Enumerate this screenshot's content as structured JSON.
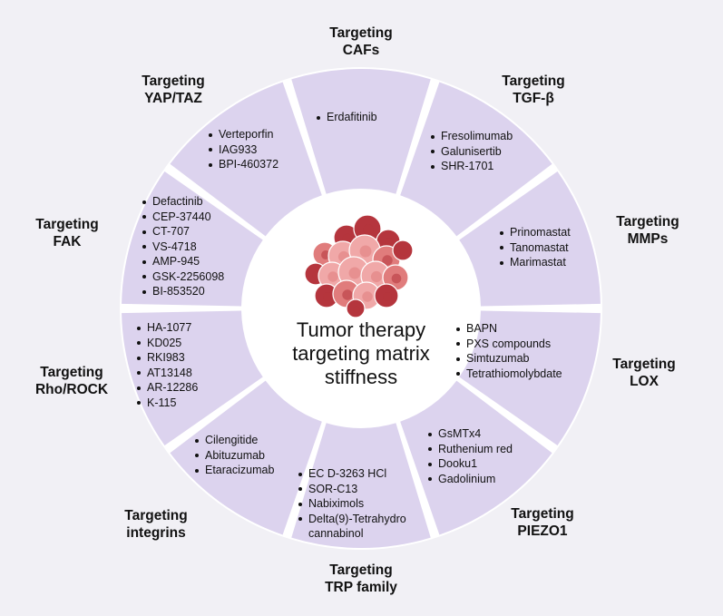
{
  "center": {
    "title_lines": [
      "Tumor therapy",
      "targeting matrix",
      "stiffness"
    ],
    "icon": "tumor-cell-cluster-icon"
  },
  "colors": {
    "background": "#f1f0f5",
    "segment_fill": "#dcd3ee",
    "segment_gap": "#ffffff",
    "center_fill": "#ffffff",
    "cell_light": "#f0a8a8",
    "cell_mid": "#e07c7c",
    "cell_dark": "#b5353d"
  },
  "segments": [
    {
      "id": "cafs",
      "label_lines": [
        "Targeting",
        "CAFs"
      ],
      "drugs": [
        [
          "Erdafitinib"
        ]
      ]
    },
    {
      "id": "tgf-beta",
      "label_lines": [
        "Targeting",
        "TGF-β"
      ],
      "drugs": [
        [
          "Fresolimumab"
        ],
        [
          "Galunisertib"
        ],
        [
          "SHR-1701"
        ]
      ]
    },
    {
      "id": "mmps",
      "label_lines": [
        "Targeting",
        "MMPs"
      ],
      "drugs": [
        [
          "Prinomastat"
        ],
        [
          "Tanomastat"
        ],
        [
          "Marimastat"
        ]
      ]
    },
    {
      "id": "lox",
      "label_lines": [
        "Targeting",
        "LOX"
      ],
      "drugs": [
        [
          "BAPN"
        ],
        [
          "PXS compounds"
        ],
        [
          "Simtuzumab"
        ],
        [
          "Tetrathiomolybdate"
        ]
      ]
    },
    {
      "id": "piezo1",
      "label_lines": [
        "Targeting",
        "PIEZO1"
      ],
      "drugs": [
        [
          "GsMTx4"
        ],
        [
          "Ruthenium red"
        ],
        [
          "Dooku1"
        ],
        [
          "Gadolinium"
        ]
      ]
    },
    {
      "id": "trp-family",
      "label_lines": [
        "Targeting",
        "TRP family"
      ],
      "drugs": [
        [
          "EC D-3263 HCl"
        ],
        [
          "SOR-C13"
        ],
        [
          "Nabiximols"
        ],
        [
          "Delta(9)-Tetrahydro",
          "cannabinol"
        ]
      ]
    },
    {
      "id": "integrins",
      "label_lines": [
        "Targeting",
        "integrins"
      ],
      "drugs": [
        [
          "Cilengitide"
        ],
        [
          "Abituzumab"
        ],
        [
          "Etaracizumab"
        ]
      ]
    },
    {
      "id": "rho-rock",
      "label_lines": [
        "Targeting",
        "Rho/ROCK"
      ],
      "drugs": [
        [
          "HA-1077"
        ],
        [
          "KD025"
        ],
        [
          "RKI983"
        ],
        [
          "AT13148"
        ],
        [
          "AR-12286"
        ],
        [
          "K-115"
        ]
      ]
    },
    {
      "id": "fak",
      "label_lines": [
        "Targeting",
        "FAK"
      ],
      "drugs": [
        [
          "Defactinib"
        ],
        [
          "CEP-37440"
        ],
        [
          "CT-707"
        ],
        [
          "VS-4718"
        ],
        [
          "AMP-945"
        ],
        [
          "GSK-2256098"
        ],
        [
          "BI-853520"
        ]
      ]
    },
    {
      "id": "yap-taz",
      "label_lines": [
        "Targeting",
        "YAP/TAZ"
      ],
      "drugs": [
        [
          "Verteporfin"
        ],
        [
          "IAG933"
        ],
        [
          "BPI-460372"
        ]
      ]
    }
  ]
}
